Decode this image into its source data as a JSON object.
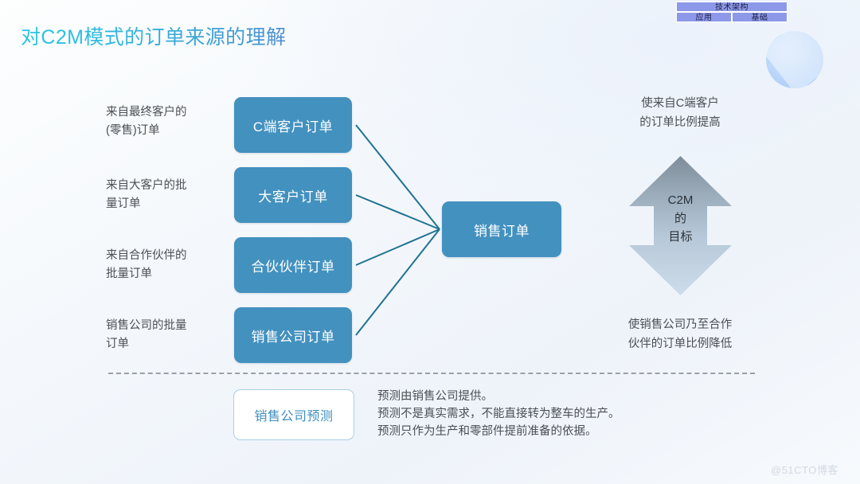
{
  "slide": {
    "title": "对C2M模式的订单来源的理解",
    "watermark": "@51CTO博客"
  },
  "badge": {
    "top": "技术架构",
    "left": "应用",
    "right": "基础"
  },
  "left_labels": [
    {
      "text": "来自最终客户的\n(零售)订单"
    },
    {
      "text": "来自大客户的批\n量订单"
    },
    {
      "text": "来自合作伙伴的\n批量订单"
    },
    {
      "text": "销售公司的批量\n订单"
    }
  ],
  "source_boxes": [
    {
      "label": "C端客户订单"
    },
    {
      "label": "大客户订单"
    },
    {
      "label": "合伙伙伴订单"
    },
    {
      "label": "销售公司订单"
    }
  ],
  "center_box": {
    "label": "销售订单"
  },
  "goal": {
    "top_text": "使来自C端客户\n的订单比例提高",
    "arrow_label": "C2M\n的\n目标",
    "bottom_text": "使销售公司乃至合作\n伙伴的订单比例降低"
  },
  "forecast": {
    "box_label": "销售公司预测",
    "note": "预测由销售公司提供。\n预测不是真实需求，不能直接转为整车的生产。\n预测只作为生产和零部件提前准备的依据。"
  },
  "colors": {
    "box_fill": "#4391bf",
    "connector": "#1f7392",
    "title_accent": "#2fb9e0",
    "forecast_border": "#a9cfe4",
    "forecast_text": "#3f8fc0",
    "badge_fill": "#8d99e8",
    "arrow_top": "#8a97a3",
    "arrow_bottom": "#c3d2e0"
  }
}
